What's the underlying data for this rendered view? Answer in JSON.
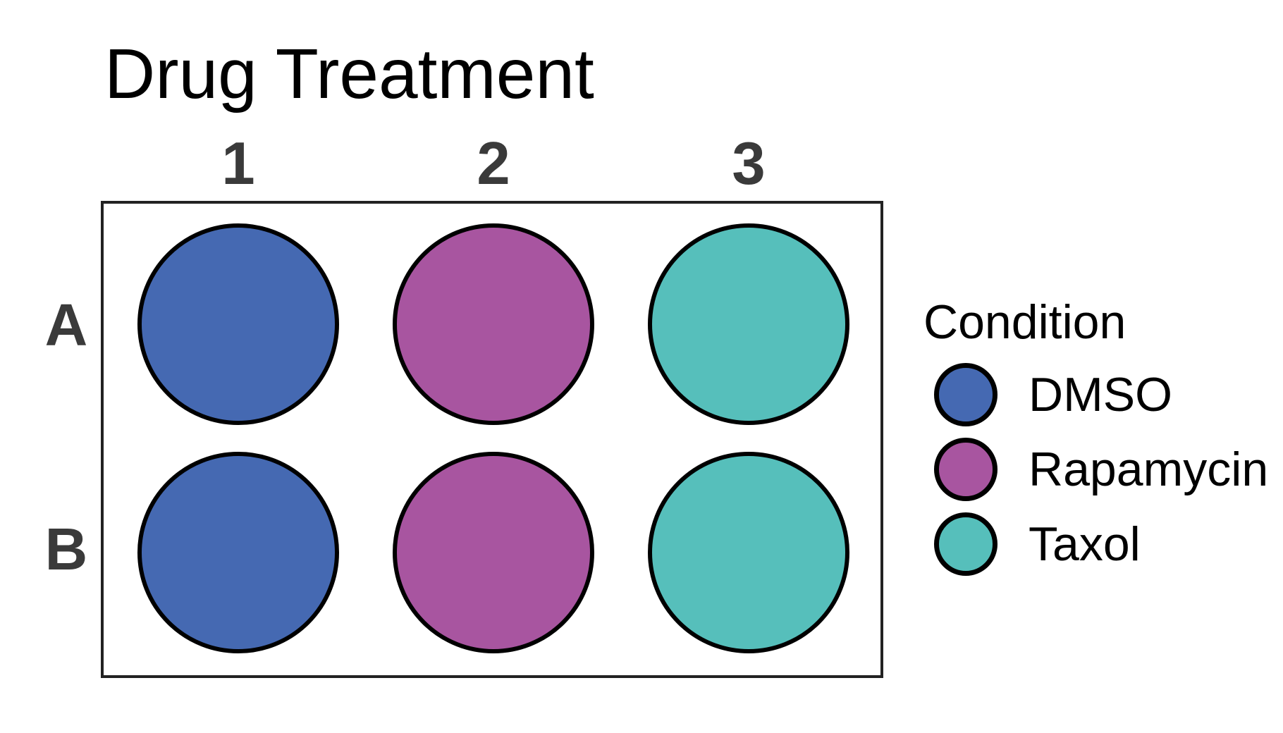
{
  "title": "Drug Treatment",
  "plate": {
    "column_labels": [
      "1",
      "2",
      "3"
    ],
    "row_labels": [
      "A",
      "B"
    ],
    "wells": [
      {
        "id": "A1",
        "row": "A",
        "column": "1",
        "condition": "DMSO",
        "color": "#4569B2"
      },
      {
        "id": "A2",
        "row": "A",
        "column": "2",
        "condition": "Rapamycin",
        "color": "#A855A0"
      },
      {
        "id": "A3",
        "row": "A",
        "column": "3",
        "condition": "Taxol",
        "color": "#56BFBB"
      },
      {
        "id": "B1",
        "row": "B",
        "column": "1",
        "condition": "DMSO",
        "color": "#4569B2"
      },
      {
        "id": "B2",
        "row": "B",
        "column": "2",
        "condition": "Rapamycin",
        "color": "#A855A0"
      },
      {
        "id": "B3",
        "row": "B",
        "column": "3",
        "condition": "Taxol",
        "color": "#56BFBB"
      }
    ]
  },
  "legend": {
    "title": "Condition",
    "items": [
      {
        "label": "DMSO",
        "color": "#4569B2"
      },
      {
        "label": "Rapamycin",
        "color": "#A855A0"
      },
      {
        "label": "Taxol",
        "color": "#56BFBB"
      }
    ]
  },
  "colors": {
    "well_blue": "#4569B2",
    "well_purple": "#A855A0",
    "well_teal": "#56BFBB",
    "well_outline": "#000000",
    "plate_border": "#222222",
    "axis_label_gray": "#3a3a3a",
    "text_black": "#000000",
    "background": "#ffffff"
  },
  "chart_data": {
    "type": "scatter",
    "title": "Drug Treatment",
    "x_categories": [
      "1",
      "2",
      "3"
    ],
    "y_categories": [
      "A",
      "B"
    ],
    "legend_title": "Condition",
    "legend_entries": [
      "DMSO",
      "Rapamycin",
      "Taxol"
    ],
    "series": [
      {
        "name": "DMSO",
        "color": "#4569B2",
        "points": [
          {
            "row": "A",
            "col": "1"
          },
          {
            "row": "B",
            "col": "1"
          }
        ]
      },
      {
        "name": "Rapamycin",
        "color": "#A855A0",
        "points": [
          {
            "row": "A",
            "col": "2"
          },
          {
            "row": "B",
            "col": "2"
          }
        ]
      },
      {
        "name": "Taxol",
        "color": "#56BFBB",
        "points": [
          {
            "row": "A",
            "col": "3"
          },
          {
            "row": "B",
            "col": "3"
          }
        ]
      }
    ],
    "layout_hints": {
      "legend_position": "right",
      "grid": false,
      "marker": "large filled circle with black outline",
      "plate_format": "6-well plate map, 2 rows x 3 columns"
    }
  }
}
